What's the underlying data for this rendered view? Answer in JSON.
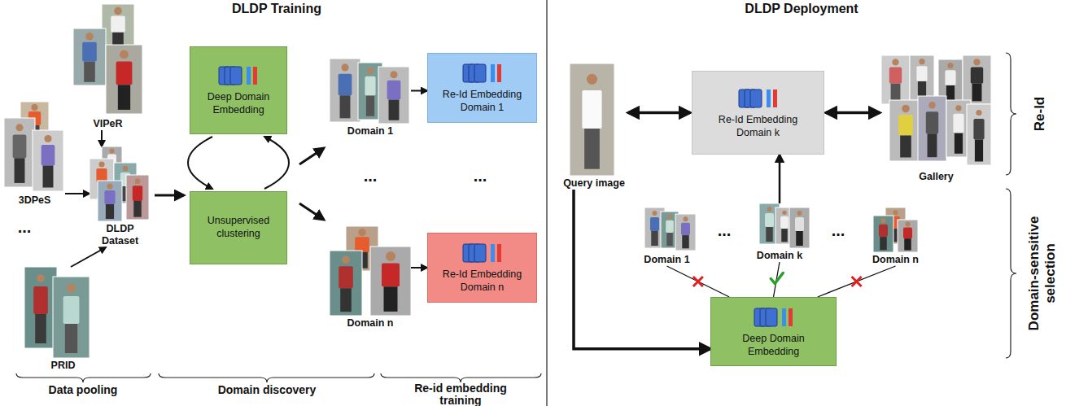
{
  "diagram": {
    "nodes": [
      {
        "text": [
          "VIPeR"
        ]
      },
      {
        "text": [
          "3DPeS"
        ]
      },
      {
        "text": [
          "PRID"
        ]
      },
      {
        "text": [
          "DLDP Dataset"
        ]
      },
      {
        "text": [
          "Deep Domain Embedding"
        ]
      },
      {
        "text": [
          "Unsupervised clustering"
        ]
      },
      {
        "text": [
          "Domain 1"
        ]
      },
      {
        "text": [
          "Re-Id Embedding Domain 1"
        ]
      },
      {
        "text": [
          "Domain n"
        ]
      },
      {
        "text": [
          "Re-Id Embedding Domain n"
        ]
      },
      {
        "text": [
          "Query image"
        ]
      },
      {
        "text": [
          "Re-Id Embedding Domain k"
        ]
      },
      {
        "text": [
          "Gallery"
        ]
      },
      {
        "text": [
          "Domain 1"
        ]
      },
      {
        "text": [
          "Domain k"
        ]
      },
      {
        "text": [
          "Domain n"
        ]
      },
      {
        "text": [
          "Deep Domain Embedding"
        ]
      }
    ],
    "edges": [
      {
        "from": 0,
        "to": 3,
        "arrow": "to"
      },
      {
        "from": 1,
        "to": 3,
        "arrow": "to"
      },
      {
        "from": 2,
        "to": 3,
        "arrow": "to"
      },
      {
        "from": 4,
        "to": 5,
        "arrow": "to"
      },
      {
        "from": 5,
        "to": 4,
        "arrow": "to"
      },
      {
        "from": 6,
        "to": 7,
        "arrow": "to"
      },
      {
        "from": 8,
        "to": 9,
        "arrow": "to"
      },
      {
        "from": 10,
        "to": 11,
        "arrow": "both"
      },
      {
        "from": 11,
        "to": 12,
        "arrow": "both"
      },
      {
        "from": 10,
        "to": 16,
        "arrow": "to"
      },
      {
        "from": 13,
        "to": 16,
        "arrow": "none"
      },
      {
        "from": 14,
        "to": 16,
        "arrow": "none"
      },
      {
        "from": 15,
        "to": 16,
        "arrow": "none"
      },
      {
        "from": 14,
        "to": 11,
        "arrow": "to"
      }
    ],
    "labels": [
      "DLDP Training",
      "DLDP Deployment",
      "...",
      "...",
      "...",
      "Data pooling",
      "Domain discovery",
      "Re-id embedding training",
      "Re-Id",
      "Domain-sensitive selection",
      "...",
      "..."
    ]
  }
}
